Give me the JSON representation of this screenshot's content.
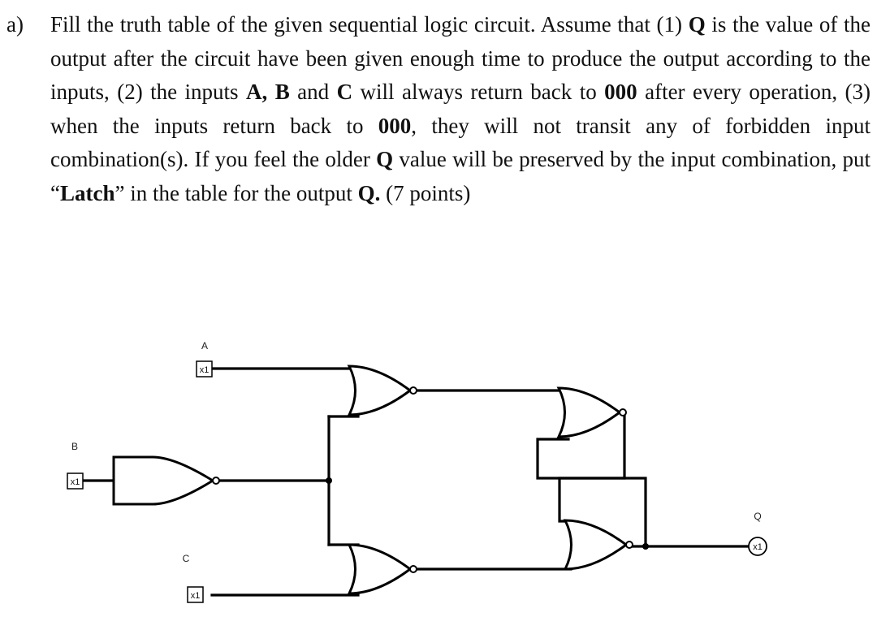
{
  "question": {
    "label": "a)",
    "t1": "Fill the truth table of the given sequential logic circuit. Assume that (1) ",
    "q1": "Q",
    "t2": " is the value of the output after the circuit have been given enough time to produce the output according to the inputs, (2) the inputs ",
    "a": "A,",
    "t3": " ",
    "b": "B",
    "t4": " and ",
    "c": "C",
    "t5": " will always return back to ",
    "zero1": "000",
    "t6": " after every operation, (3) when the inputs return back to ",
    "zero2": "000",
    "t7": ", they will not transit any of forbidden input combination(s). If you feel the older ",
    "q2": "Q",
    "t8": " value will be preserved by the input combination, put “",
    "latch": "Latch",
    "t9": "” in the table for the output ",
    "q3": "Q.",
    "t10": " (7 points)"
  },
  "circuit": {
    "input_a": {
      "name": "A",
      "box": "x1"
    },
    "input_b": {
      "name": "B",
      "box": "x1"
    },
    "input_c": {
      "name": "C",
      "box": "x1"
    },
    "output_q": {
      "name": "Q",
      "probe": "x1"
    }
  }
}
